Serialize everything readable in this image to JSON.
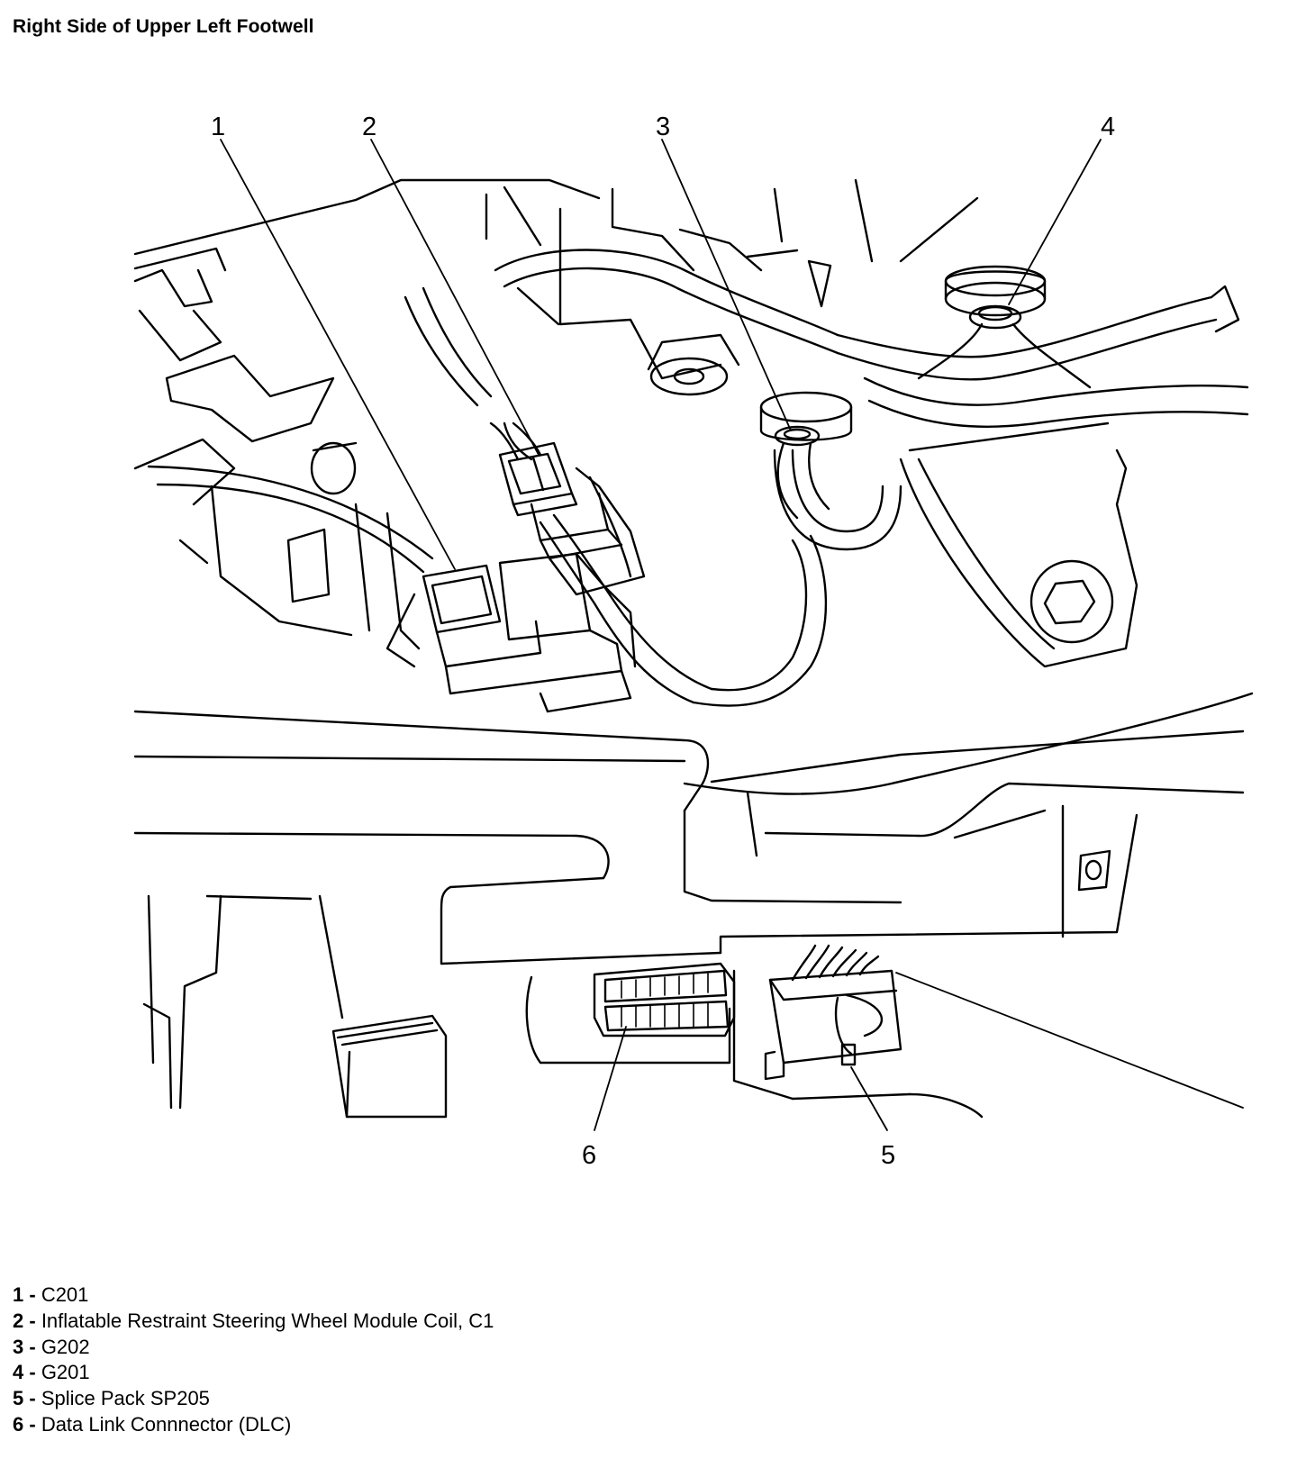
{
  "title": "Right Side of Upper Left Footwell",
  "callouts": [
    {
      "num": "1",
      "label": "C201"
    },
    {
      "num": "2",
      "label": "Inflatable Restraint Steering Wheel Module Coil, C1"
    },
    {
      "num": "3",
      "label": "G202"
    },
    {
      "num": "4",
      "label": "G201"
    },
    {
      "num": "5",
      "label": "Splice Pack SP205"
    },
    {
      "num": "6",
      "label": "Data Link Connnector (DLC)"
    }
  ],
  "legend_separator": " - "
}
